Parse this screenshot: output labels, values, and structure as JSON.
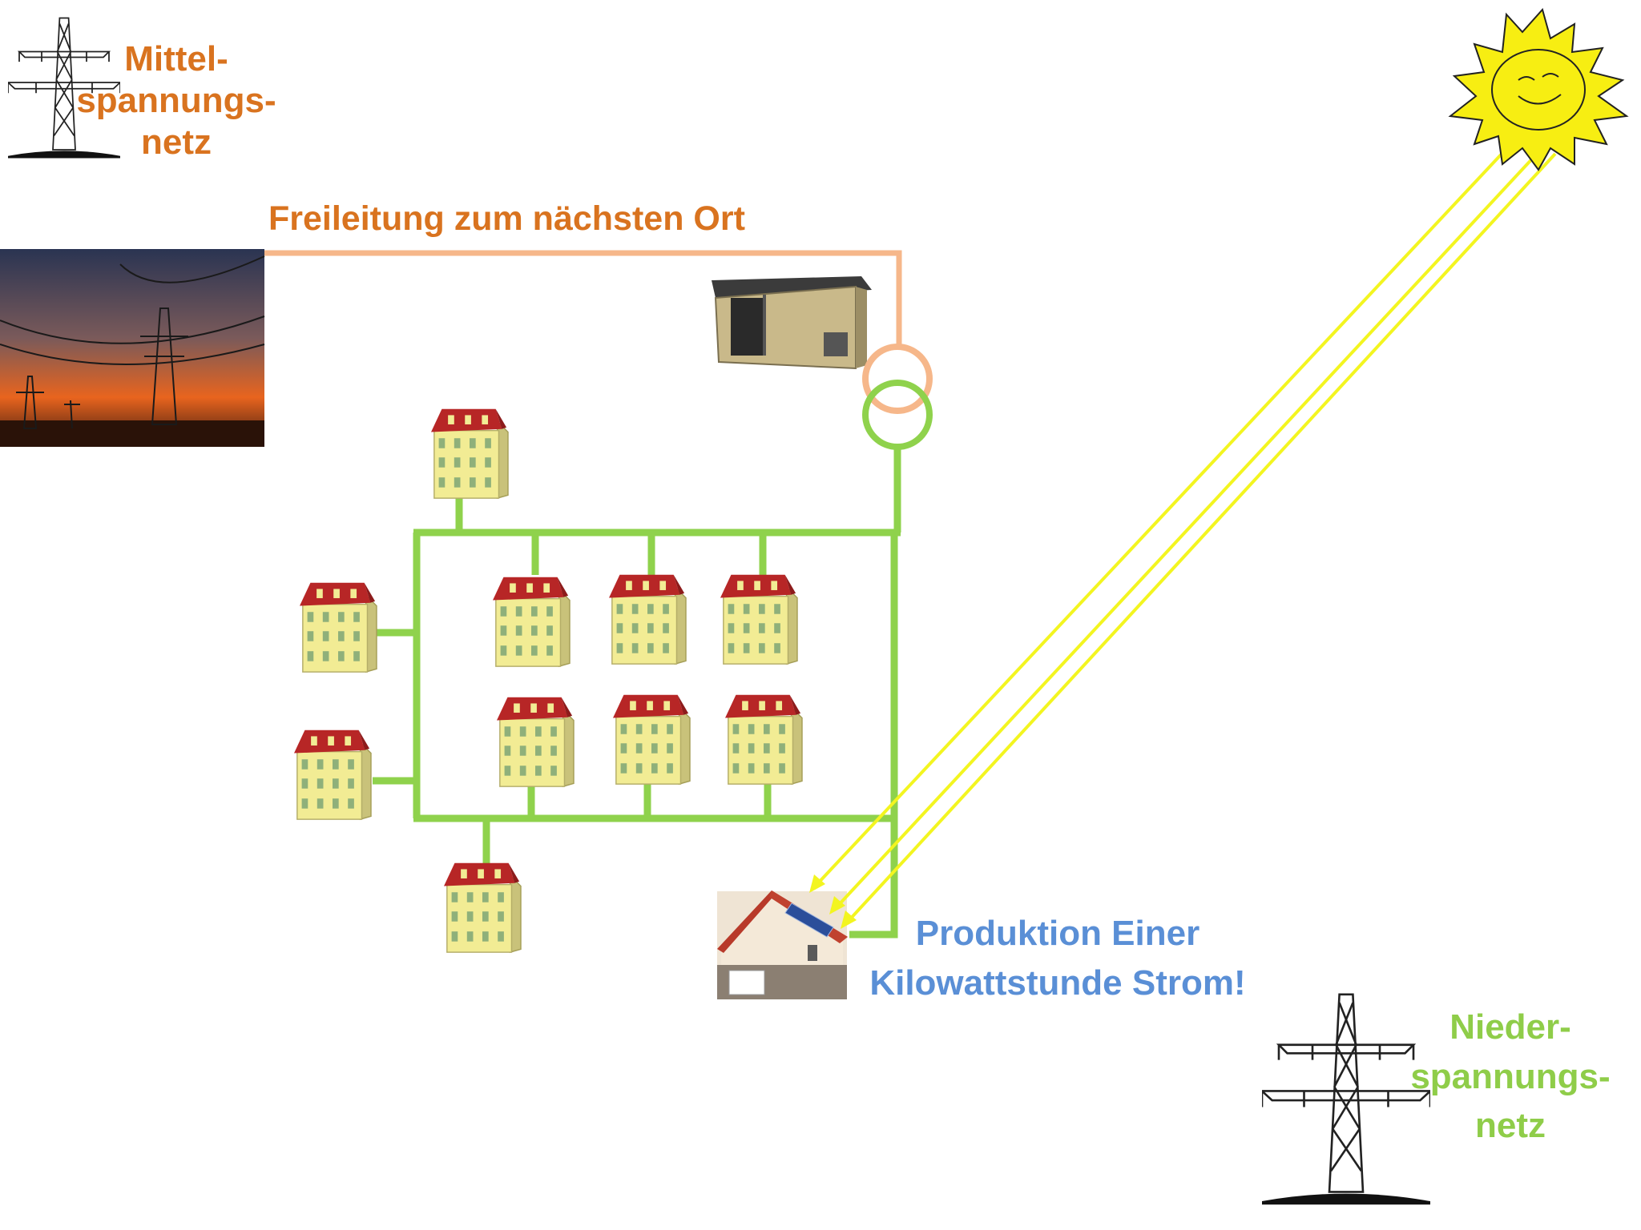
{
  "labels": {
    "medium_voltage": [
      "Mittel-",
      "spannungs-",
      "netz"
    ],
    "overhead_line": "Freileitung zum nächsten Ort",
    "production": [
      "Produktion Einer",
      "Kilowattstunde Strom!"
    ],
    "low_voltage": [
      "Nieder-",
      "spannungs-",
      "netz"
    ]
  },
  "colors": {
    "medium_voltage_text": "#d9731f",
    "overhead_line": "#f6b78a",
    "low_voltage_grid": "#8fd24c",
    "production_text": "#5a8fd6",
    "low_voltage_text": "#8fcd49",
    "sun": "#f7ee12",
    "sun_rays": "#f3f520"
  },
  "icons": [
    "pylon-icon",
    "sunset-pylons-photo",
    "substation-icon",
    "transformer-icon",
    "sun-icon",
    "apartment-building-icon",
    "solar-house-icon"
  ]
}
